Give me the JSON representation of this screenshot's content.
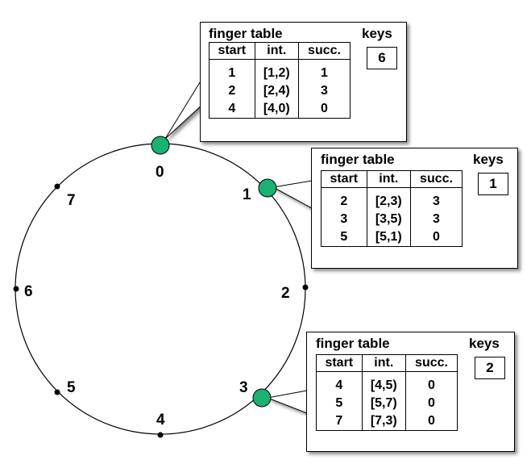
{
  "ring": {
    "identifiers": [
      "0",
      "1",
      "2",
      "3",
      "4",
      "5",
      "6",
      "7"
    ],
    "active_nodes": [
      "0",
      "1",
      "3"
    ],
    "node_color": "#1ab273"
  },
  "panels": [
    {
      "node": "0",
      "title": "finger table",
      "keys_title": "keys",
      "keys": "6",
      "headers": [
        "start",
        "int.",
        "succ."
      ],
      "rows": [
        [
          "1",
          "[1,2)",
          "1"
        ],
        [
          "2",
          "[2,4)",
          "3"
        ],
        [
          "4",
          "[4,0)",
          "0"
        ]
      ]
    },
    {
      "node": "1",
      "title": "finger table",
      "keys_title": "keys",
      "keys": "1",
      "headers": [
        "start",
        "int.",
        "succ."
      ],
      "rows": [
        [
          "2",
          "[2,3)",
          "3"
        ],
        [
          "3",
          "[3,5)",
          "3"
        ],
        [
          "5",
          "[5,1)",
          "0"
        ]
      ]
    },
    {
      "node": "3",
      "title": "finger table",
      "keys_title": "keys",
      "keys": "2",
      "headers": [
        "start",
        "int.",
        "succ."
      ],
      "rows": [
        [
          "4",
          "[4,5)",
          "0"
        ],
        [
          "5",
          "[5,7)",
          "0"
        ],
        [
          "7",
          "[7,3)",
          "0"
        ]
      ]
    }
  ]
}
